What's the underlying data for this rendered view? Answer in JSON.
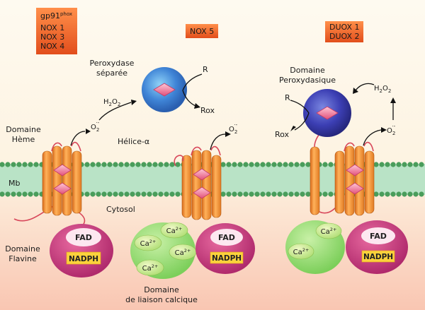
{
  "boxes": {
    "gp91": {
      "main": "gp91",
      "sup": "phox",
      "items": [
        "NOX 1",
        "NOX 3",
        "NOX 4"
      ]
    },
    "nox5": "NOX 5",
    "duox": [
      "DUOX 1",
      "DUOX 2"
    ]
  },
  "labels": {
    "peroxydase_separee": [
      "Peroxydase",
      "séparée"
    ],
    "domaine_peroxydasique": [
      "Domaine",
      "Peroxydasique"
    ],
    "domaine_heme": [
      "Domaine",
      "Hème"
    ],
    "helice_alpha": "Hélice-α",
    "mb": "Mb",
    "cytosol": "Cytosol",
    "domaine_flavine": [
      "Domaine",
      "Flavine"
    ],
    "domaine_liaison_calcique": [
      "Domaine",
      "de liaison calcique"
    ],
    "R": "R",
    "Rox": "Rox",
    "h2o2": {
      "H": "H",
      "O": "O",
      "sub": "2"
    },
    "o2": {
      "O": "O",
      "sub": "2",
      "sup": "·-"
    },
    "fad": "FAD",
    "nadph": "NADPH",
    "ca": {
      "base": "Ca",
      "sup": "2+"
    }
  }
}
